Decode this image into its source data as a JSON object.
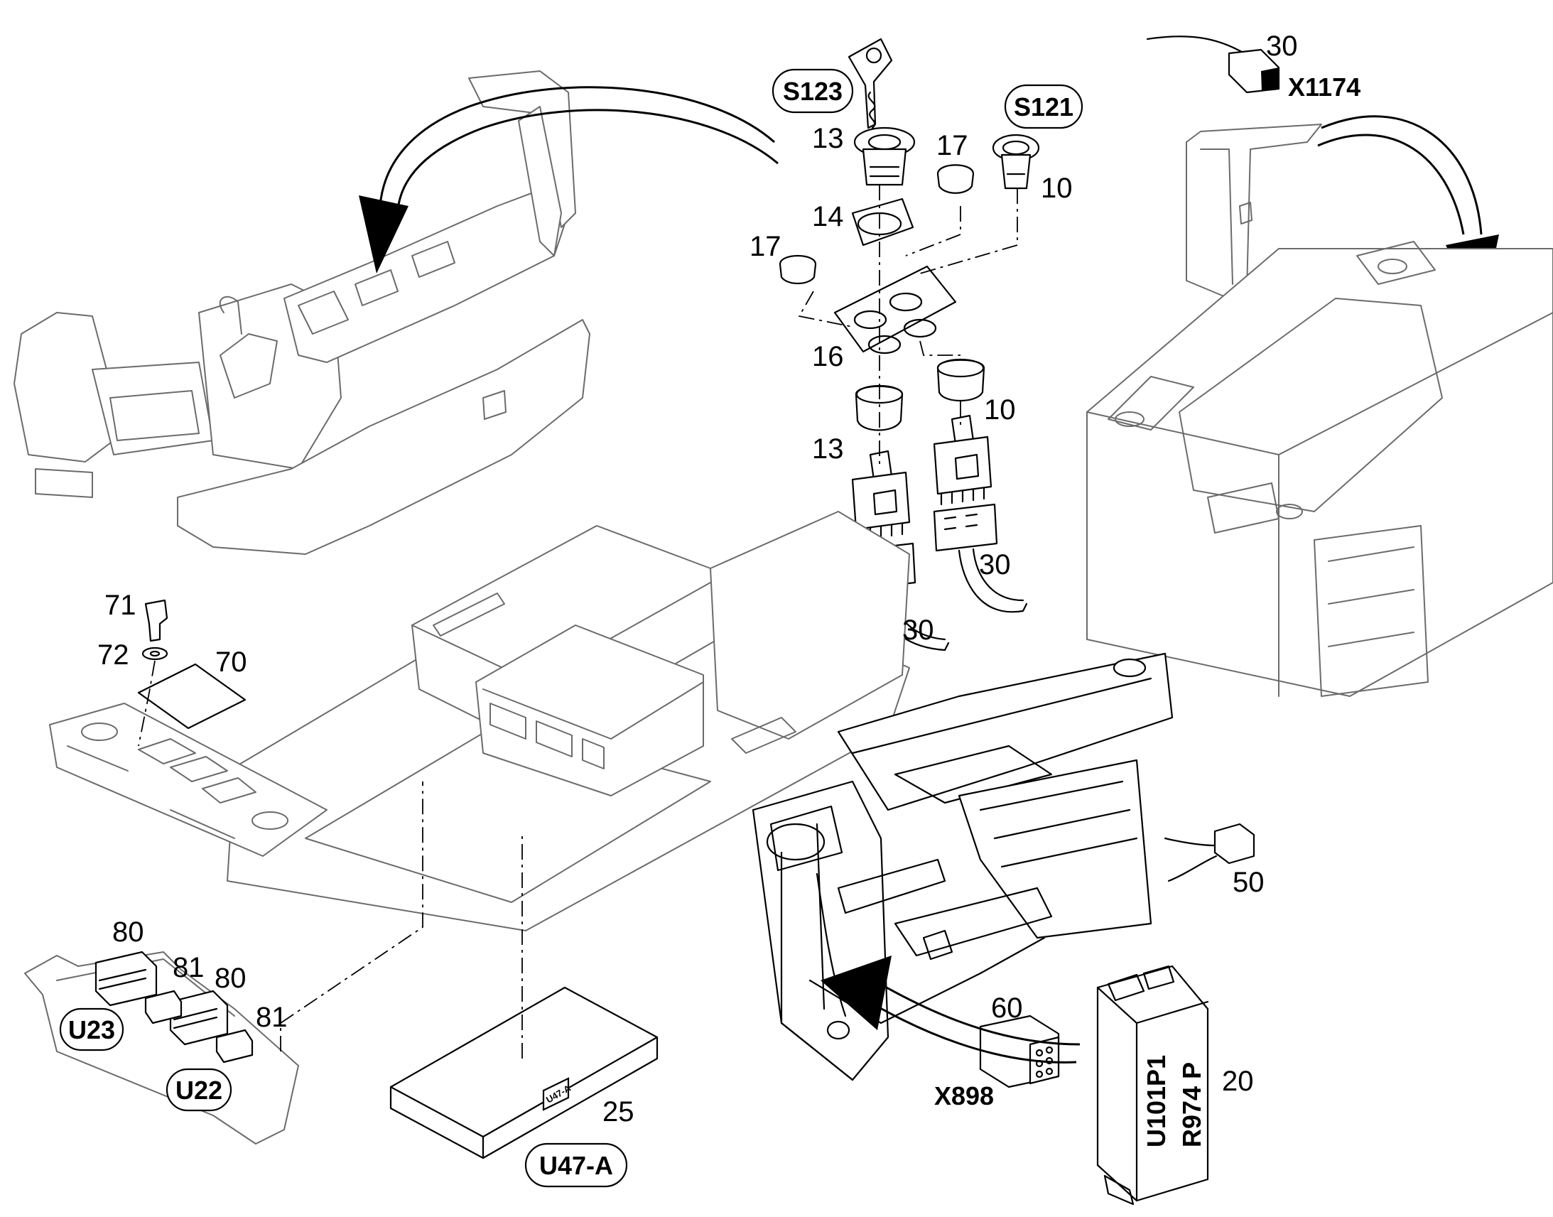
{
  "callouts": {
    "s123": "S123",
    "s121": "S121",
    "x1174": "X1174",
    "u23": "U23",
    "u22": "U22",
    "u47a": "U47-A",
    "x898": "X898"
  },
  "parts": {
    "p30_top": "30",
    "p13_a": "13",
    "p17_a": "17",
    "p10_a": "10",
    "p14": "14",
    "p17_b": "17",
    "p16": "16",
    "p10_b": "10",
    "p13_b": "13",
    "p30_a": "30",
    "p30_b": "30",
    "p71": "71",
    "p72": "72",
    "p70": "70",
    "p50": "50",
    "p80_a": "80",
    "p81_a": "81",
    "p80_b": "80",
    "p81_b": "81",
    "p60": "60",
    "p20": "20",
    "p25": "25"
  },
  "component_markings": {
    "ecu_label": "U47-A",
    "module_line1": "U101P1",
    "module_line2": "R974 P"
  }
}
